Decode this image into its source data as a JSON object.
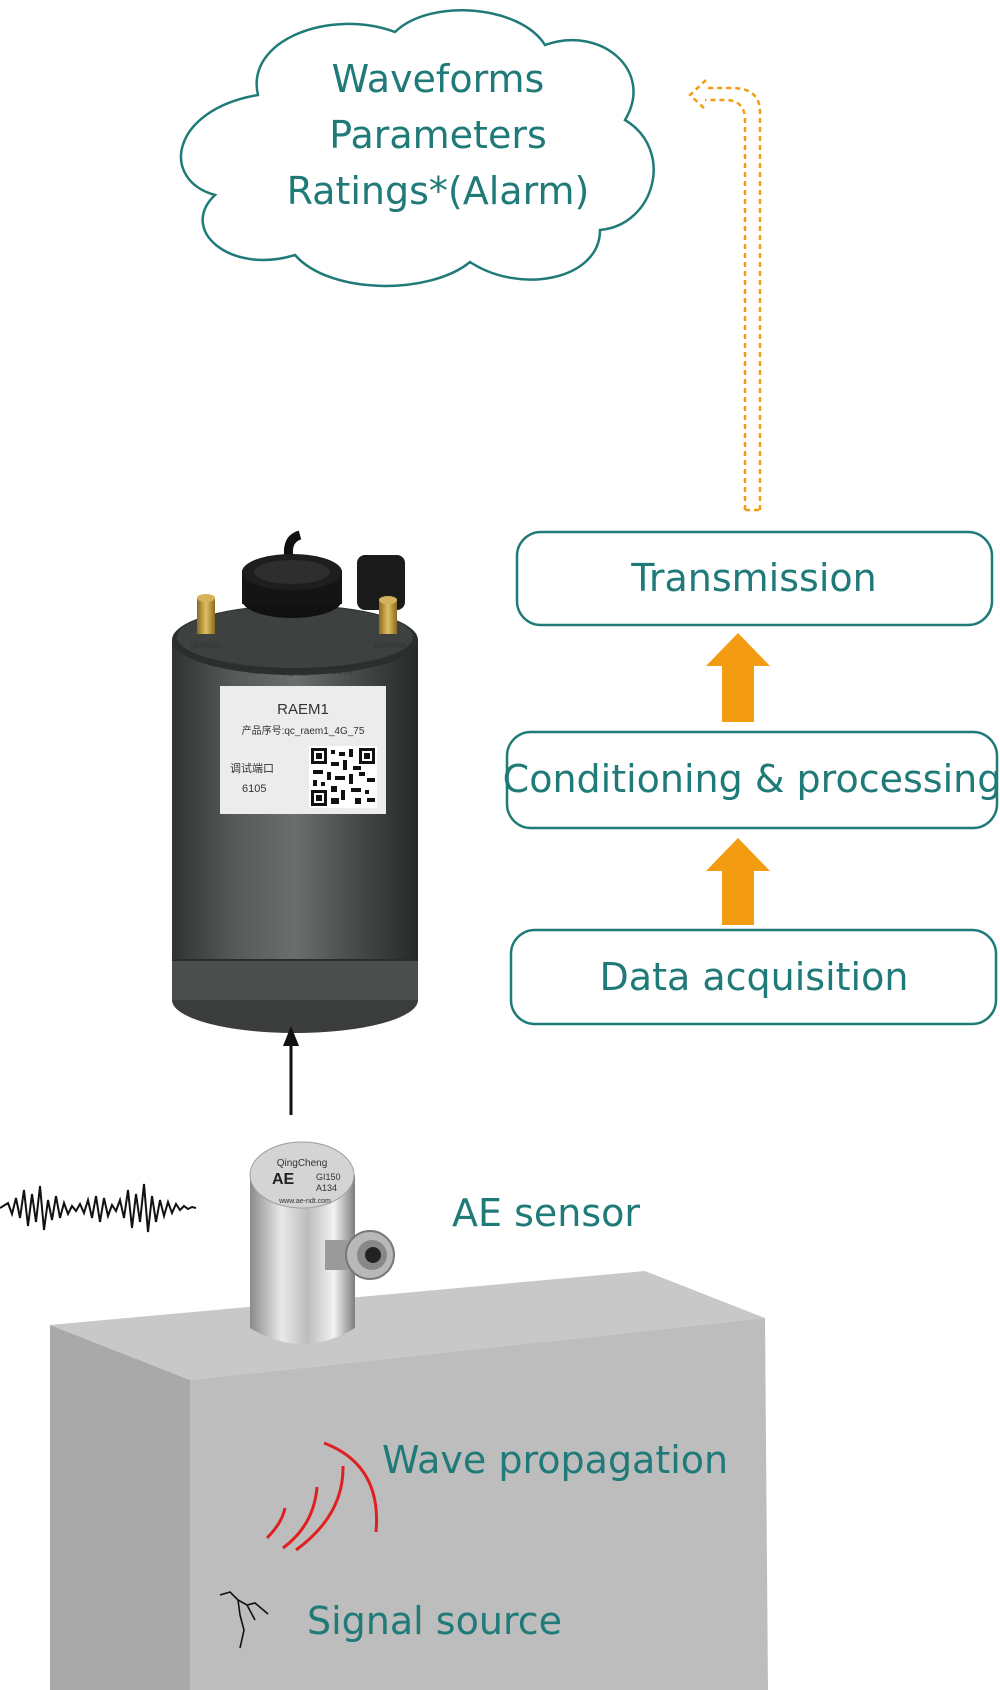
{
  "cloud": {
    "lines": [
      "Waveforms",
      "Parameters",
      "Ratings*(Alarm)"
    ]
  },
  "pipeline": {
    "steps": [
      "Transmission",
      "Conditioning & processing",
      "Data acquisition"
    ]
  },
  "device": {
    "name": "RAEM1",
    "serial": "产品序号:qc_raem1_4G_75",
    "debug_port_label": "调试端口",
    "debug_port": "6105",
    "ports": [
      "SENSOR",
      "RUN",
      "ALARM",
      "POWER",
      "ANTENNA"
    ]
  },
  "sensor": {
    "label": "AE sensor",
    "brand": "QingCheng",
    "model": "GI150",
    "code": "A134",
    "url": "www.ae-ndt.com"
  },
  "specimen": {
    "wave_label": "Wave propagation",
    "source_label": "Signal source"
  },
  "colors": {
    "teal": "#1f7a78",
    "orange": "#f39c12",
    "wave_red": "#e02020",
    "block_top": "#c8c8c8",
    "block_front": "#bdbdbd",
    "block_side": "#a9a9a9"
  }
}
